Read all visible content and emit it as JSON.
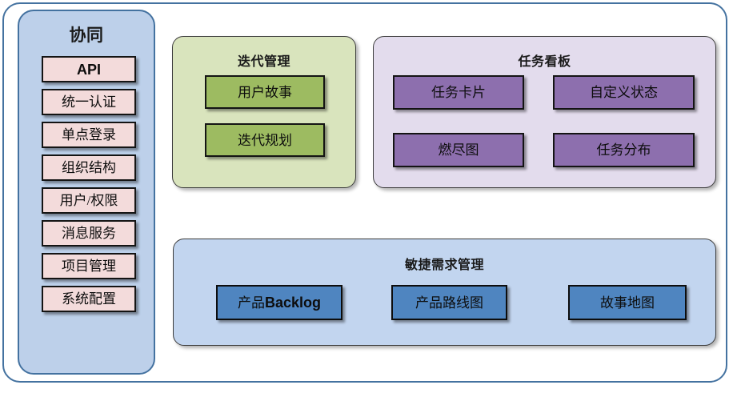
{
  "diagram": {
    "title": "",
    "colors": {
      "outer_frame_border": "#4472a0",
      "sidebar_fill": "#bdd0ea",
      "sidebar_item_fill": "#f3dbdb",
      "iteration_panel_fill": "#d9e4bd",
      "iteration_box_fill": "#9dbb61",
      "taskboard_panel_fill": "#e3dced",
      "taskboard_box_fill": "#8d6fae",
      "agile_panel_fill": "#c2d5ef",
      "agile_box_fill": "#4f85c0",
      "box_border": "#141414"
    }
  },
  "sidebar": {
    "title": "协同",
    "items": [
      {
        "label": "API"
      },
      {
        "label": "统一认证"
      },
      {
        "label": "单点登录"
      },
      {
        "label": "组织结构"
      },
      {
        "label": "用户/权限"
      },
      {
        "label": "消息服务"
      },
      {
        "label": "项目管理"
      },
      {
        "label": "系统配置"
      }
    ]
  },
  "iteration": {
    "title": "迭代管理",
    "boxes": [
      {
        "label": "用户故事"
      },
      {
        "label": "迭代规划"
      }
    ]
  },
  "taskboard": {
    "title": "任务看板",
    "boxes": [
      {
        "label": "任务卡片"
      },
      {
        "label": "自定义状态"
      },
      {
        "label": "燃尽图"
      },
      {
        "label": "任务分布"
      }
    ]
  },
  "agile": {
    "title": "敏捷需求管理",
    "boxes": [
      {
        "label_cn": "产品",
        "label_latin": "Backlog",
        "label": "产品Backlog"
      },
      {
        "label": "产品路线图"
      },
      {
        "label": "故事地图"
      }
    ]
  }
}
